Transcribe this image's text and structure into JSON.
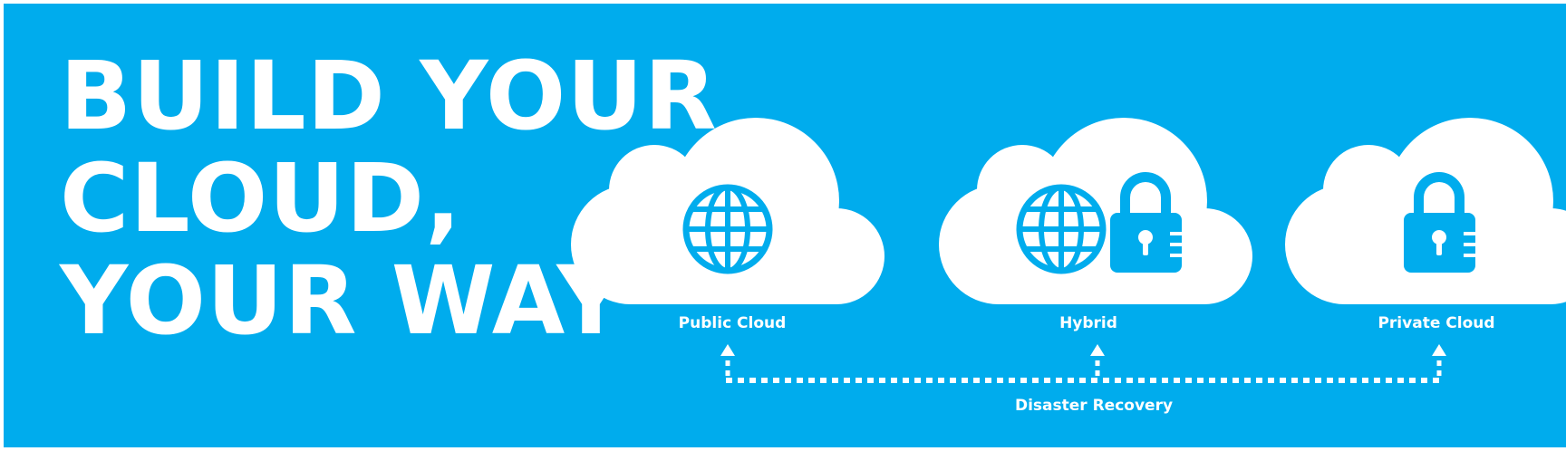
{
  "headline": {
    "lines": [
      "BUILD YOUR",
      "CLOUD,",
      "YOUR WAY"
    ]
  },
  "clouds": [
    {
      "label": "Public Cloud",
      "icons": [
        "globe-icon"
      ]
    },
    {
      "label": "Hybrid",
      "icons": [
        "globe-icon",
        "lock-icon"
      ]
    },
    {
      "label": "Private Cloud",
      "icons": [
        "lock-icon"
      ]
    }
  ],
  "connector": {
    "label": "Disaster Recovery"
  },
  "colors": {
    "background": "#00aced",
    "foreground": "#ffffff"
  }
}
